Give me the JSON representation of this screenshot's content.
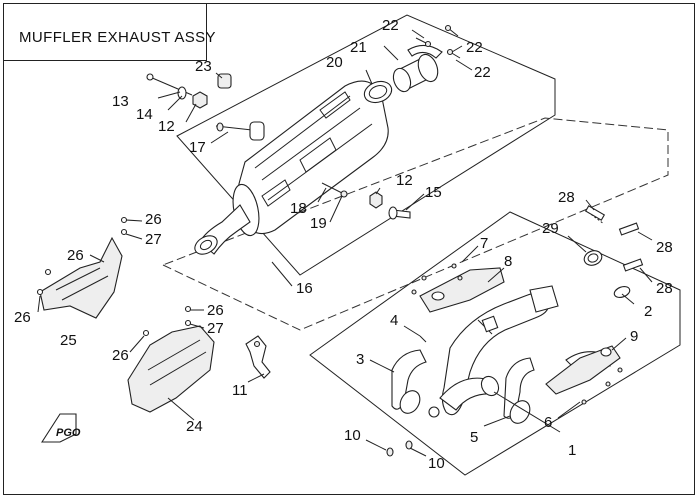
{
  "title": "MUFFLER EXHAUST ASSY",
  "callouts": {
    "c1": "1",
    "c2": "2",
    "c3": "3",
    "c4": "4",
    "c5": "5",
    "c6": "6",
    "c7": "7",
    "c8": "8",
    "c9": "9",
    "c10a": "10",
    "c10b": "10",
    "c11": "11",
    "c12a": "12",
    "c12b": "12",
    "c13": "13",
    "c14": "14",
    "c15": "15",
    "c16": "16",
    "c17": "17",
    "c18": "18",
    "c19": "19",
    "c20": "20",
    "c21": "21",
    "c22a": "22",
    "c22b": "22",
    "c22c": "22",
    "c23": "23",
    "c24": "24",
    "c25": "25",
    "c26a": "26",
    "c26b": "26",
    "c26c": "26",
    "c26d": "26",
    "c26e": "26",
    "c27a": "27",
    "c27b": "27",
    "c28a": "28",
    "c28b": "28",
    "c28c": "28",
    "c29": "29"
  },
  "logo_text": "PGO"
}
